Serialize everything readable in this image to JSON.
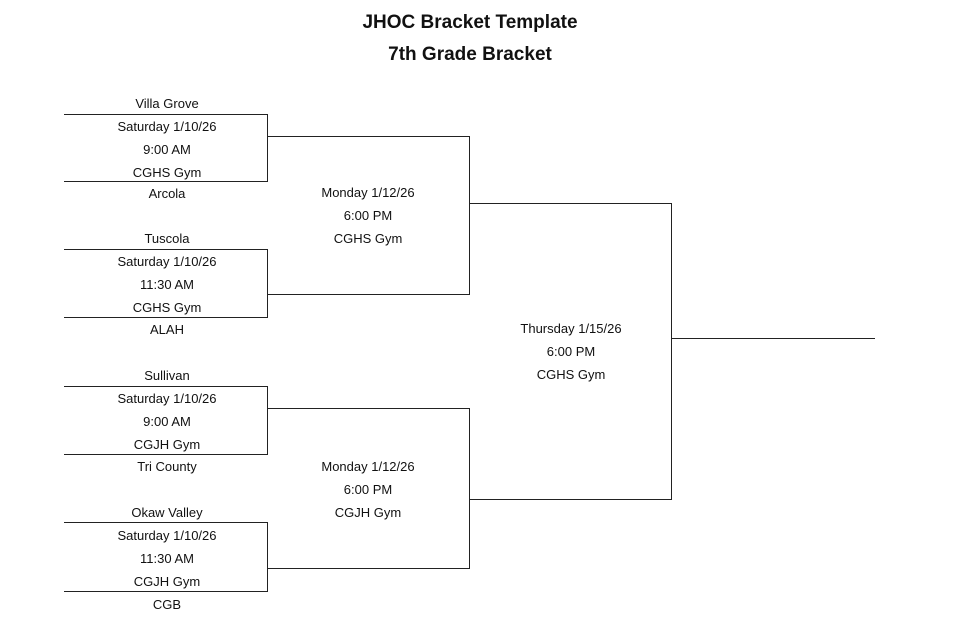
{
  "page": {
    "title": "JHOC Bracket Template",
    "subtitle": "7th Grade Bracket"
  },
  "round1": [
    {
      "team_top": "Villa Grove",
      "day": "Saturday 1/10/26",
      "time": "9:00 AM",
      "venue": "CGHS Gym",
      "team_bottom": "Arcola"
    },
    {
      "team_top": "Tuscola",
      "day": "Saturday 1/10/26",
      "time": "11:30 AM",
      "venue": "CGHS Gym",
      "team_bottom": "ALAH"
    },
    {
      "team_top": "Sullivan",
      "day": "Saturday 1/10/26",
      "time": "9:00 AM",
      "venue": "CGJH Gym",
      "team_bottom": "Tri County"
    },
    {
      "team_top": "Okaw Valley",
      "day": "Saturday 1/10/26",
      "time": "11:30 AM",
      "venue": "CGJH Gym",
      "team_bottom": "CGB"
    }
  ],
  "round2": [
    {
      "day": "Monday 1/12/26",
      "time": "6:00 PM",
      "venue": "CGHS Gym"
    },
    {
      "day": "Monday 1/12/26",
      "time": "6:00 PM",
      "venue": "CGJH Gym"
    }
  ],
  "final": {
    "day": "Thursday 1/15/26",
    "time": "6:00 PM",
    "venue": "CGHS Gym"
  }
}
